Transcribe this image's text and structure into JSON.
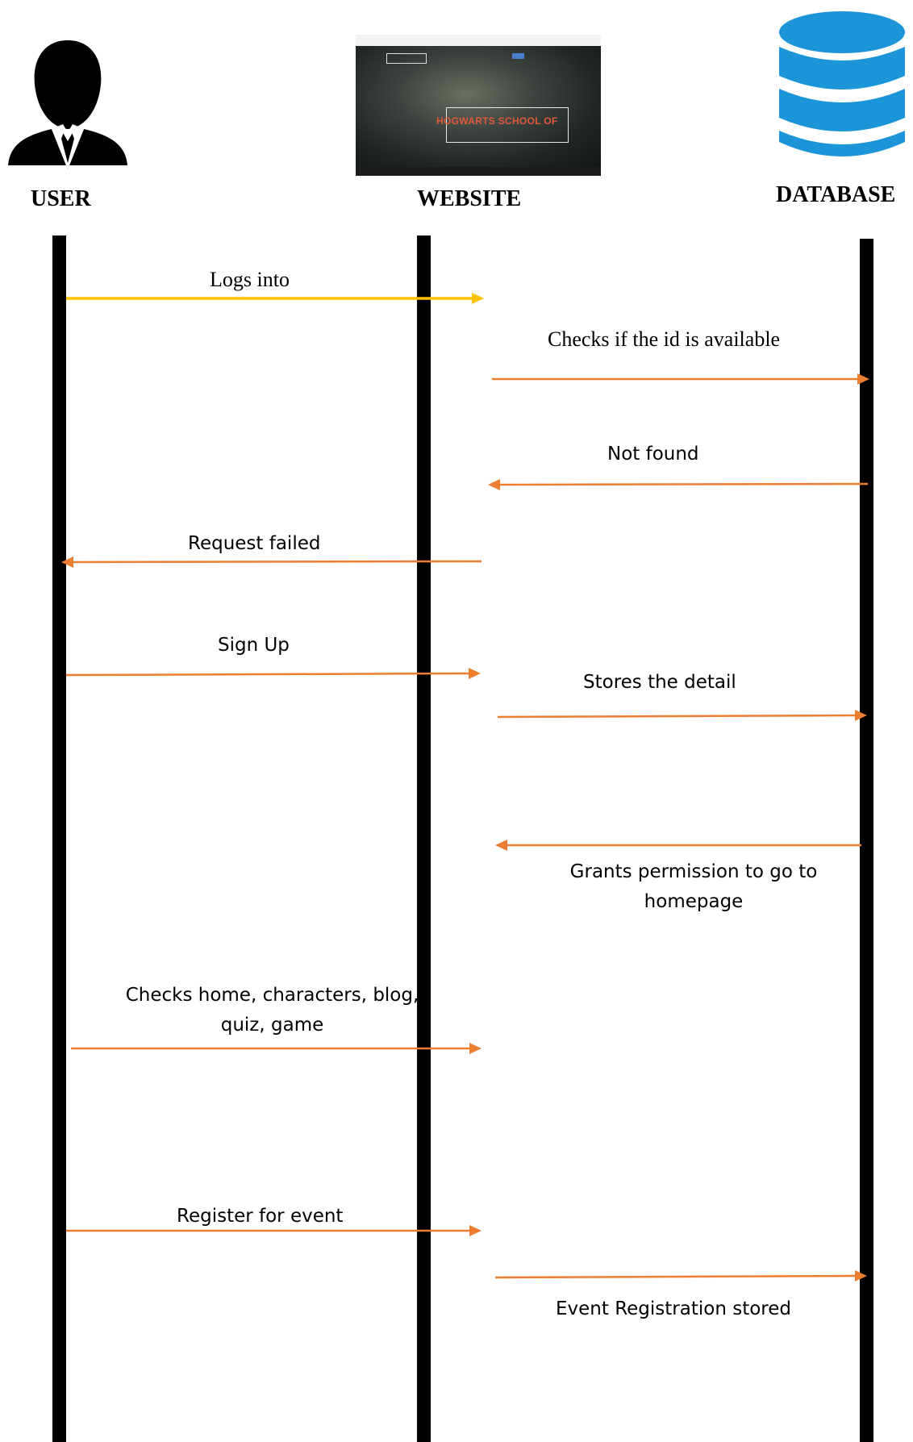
{
  "actors": [
    {
      "id": "user",
      "label": "USER",
      "icon": "user-silhouette-icon"
    },
    {
      "id": "website",
      "label": "WEBSITE",
      "icon": "website-screenshot"
    },
    {
      "id": "database",
      "label": "DATABASE",
      "icon": "database-cylinder-icon"
    }
  ],
  "website_preview": {
    "hero_text": "HOGWARTS SCHOOL OF"
  },
  "messages": [
    {
      "label": "Logs into",
      "color": "#ffc000"
    },
    {
      "label": "Checks if the id is available",
      "color": "#ed7d31"
    },
    {
      "label": "Not found",
      "color": "#ed7d31"
    },
    {
      "label": "Request failed",
      "color": "#ed7d31"
    },
    {
      "label": "Sign Up",
      "color": "#ed7d31"
    },
    {
      "label": "Stores the detail",
      "color": "#ed7d31"
    },
    {
      "label": "Grants permission to go to\nhomepage",
      "color": "#ed7d31"
    },
    {
      "label": "Checks home, characters, blog,\nquiz, game",
      "color": "#ed7d31"
    },
    {
      "label": "Register for event",
      "color": "#ed7d31"
    },
    {
      "label": "Event Registration stored",
      "color": "#ed7d31"
    }
  ],
  "colors": {
    "lifeline": "#000000",
    "database": "#1b95d8"
  }
}
